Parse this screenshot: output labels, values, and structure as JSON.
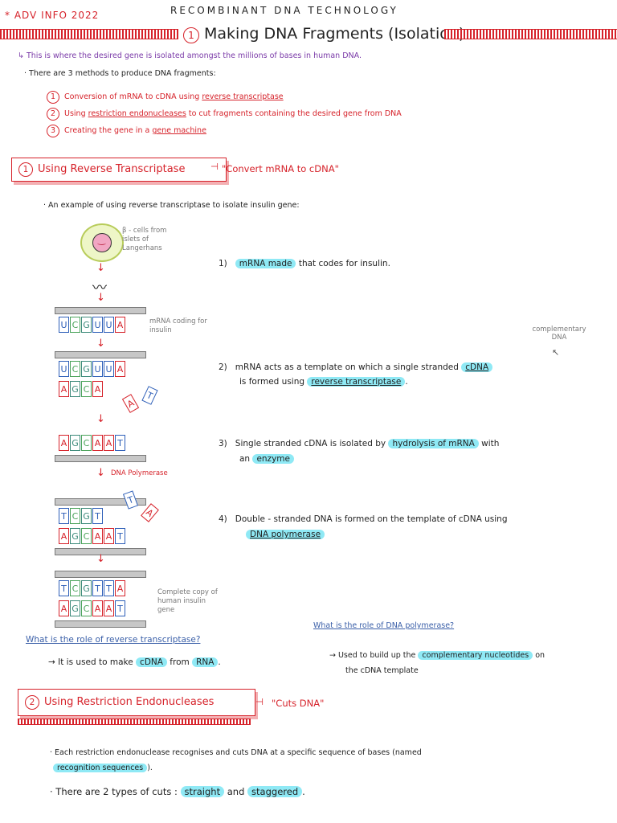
{
  "header": {
    "tag": "* ADV INFO 2022",
    "topic": "RECOMBINANT  DNA  TECHNOLOGY",
    "section_number": "1",
    "section_title": "Making DNA Fragments (Isolation)"
  },
  "intro": {
    "line1": "↳ This is where the desired gene is isolated amongst the millions of bases in human DNA.",
    "line2": "· There are 3 methods to produce DNA fragments:",
    "methods": [
      {
        "num": "1",
        "text_pre": "Conversion of mRNA to cDNA using ",
        "text_hl": "reverse transcriptase",
        "text_post": ""
      },
      {
        "num": "2",
        "text_pre": "Using ",
        "text_hl": "restriction endonucleases",
        "text_post": " to cut fragments containing the desired gene from DNA"
      },
      {
        "num": "3",
        "text_pre": "Creating the gene in a ",
        "text_hl": "gene machine",
        "text_post": ""
      }
    ]
  },
  "section1": {
    "num": "1",
    "title": "Using Reverse Transcriptase",
    "quote": "\"Convert mRNA to cDNA\"",
    "example": "· An example of using reverse transcriptase to isolate insulin gene:",
    "cell_label": "β - cells from islets of Langerhans",
    "mrna_label": "mRNA coding for insulin",
    "enzyme_label": "DNA Polymerase",
    "complete_label": "Complete copy of human insulin gene",
    "comp_dna_label": "complementary DNA",
    "steps": [
      {
        "num": "1)",
        "pre": "",
        "hl": "mRNA made",
        "post": " that codes for insulin."
      },
      {
        "num": "2)",
        "pre": "mRNA acts as a template on which a single stranded ",
        "hl": "cDNA",
        "post": ""
      },
      {
        "num": "",
        "pre": "is formed using ",
        "hl": "reverse transcriptase",
        "post": "."
      },
      {
        "num": "3)",
        "pre": "Single stranded cDNA is isolated by ",
        "hl": "hydrolysis of mRNA",
        "post": " with"
      },
      {
        "num": "",
        "pre": "an ",
        "hl": "enzyme",
        "post": ""
      },
      {
        "num": "4)",
        "pre": "Double - stranded DNA is formed on the template of cDNA using",
        "hl": "",
        "post": ""
      },
      {
        "num": "",
        "pre": "",
        "hl": "DNA polymerase",
        "post": ""
      }
    ],
    "q1": "What is the role of reverse transcriptase?",
    "a1_pre": "→ It is used to make ",
    "a1_hl1": "cDNA",
    "a1_mid": " from ",
    "a1_hl2": "RNA",
    "a1_post": ".",
    "q2": "What is the role of DNA polymerase?",
    "a2_pre": "→ Used to build up the ",
    "a2_hl": "complementary nucleotides",
    "a2_post": " on",
    "a2_line2": "the cDNA template"
  },
  "strands": {
    "s1_top": [
      "U",
      "C",
      "G",
      "U",
      "U",
      "A"
    ],
    "s2_top": [
      "U",
      "C",
      "G",
      "U",
      "U",
      "A"
    ],
    "s2_bot": [
      "A",
      "G",
      "C",
      "A"
    ],
    "s2_free": [
      "A",
      "T"
    ],
    "s3": [
      "A",
      "G",
      "C",
      "A",
      "A",
      "T"
    ],
    "s4_top": [
      "T",
      "C",
      "G",
      "T"
    ],
    "s4_bot": [
      "A",
      "G",
      "C",
      "A",
      "A",
      "T"
    ],
    "s4_free": [
      "T",
      "A"
    ],
    "s5_top": [
      "T",
      "C",
      "G",
      "T",
      "T",
      "A"
    ],
    "s5_bot": [
      "A",
      "G",
      "C",
      "A",
      "A",
      "T"
    ]
  },
  "section2": {
    "num": "2",
    "title": "Using Restriction Endonucleases",
    "quote": "\"Cuts DNA\"",
    "p1_pre": "· Each restriction endonuclease recognises and cuts DNA at a specific sequence of bases (named",
    "p1_hl": "recognition sequences",
    "p1_post": ").",
    "p2_pre": "· There are 2 types of cuts : ",
    "p2_hl1": "straight",
    "p2_mid": " and ",
    "p2_hl2": "staggered",
    "p2_post": "."
  }
}
